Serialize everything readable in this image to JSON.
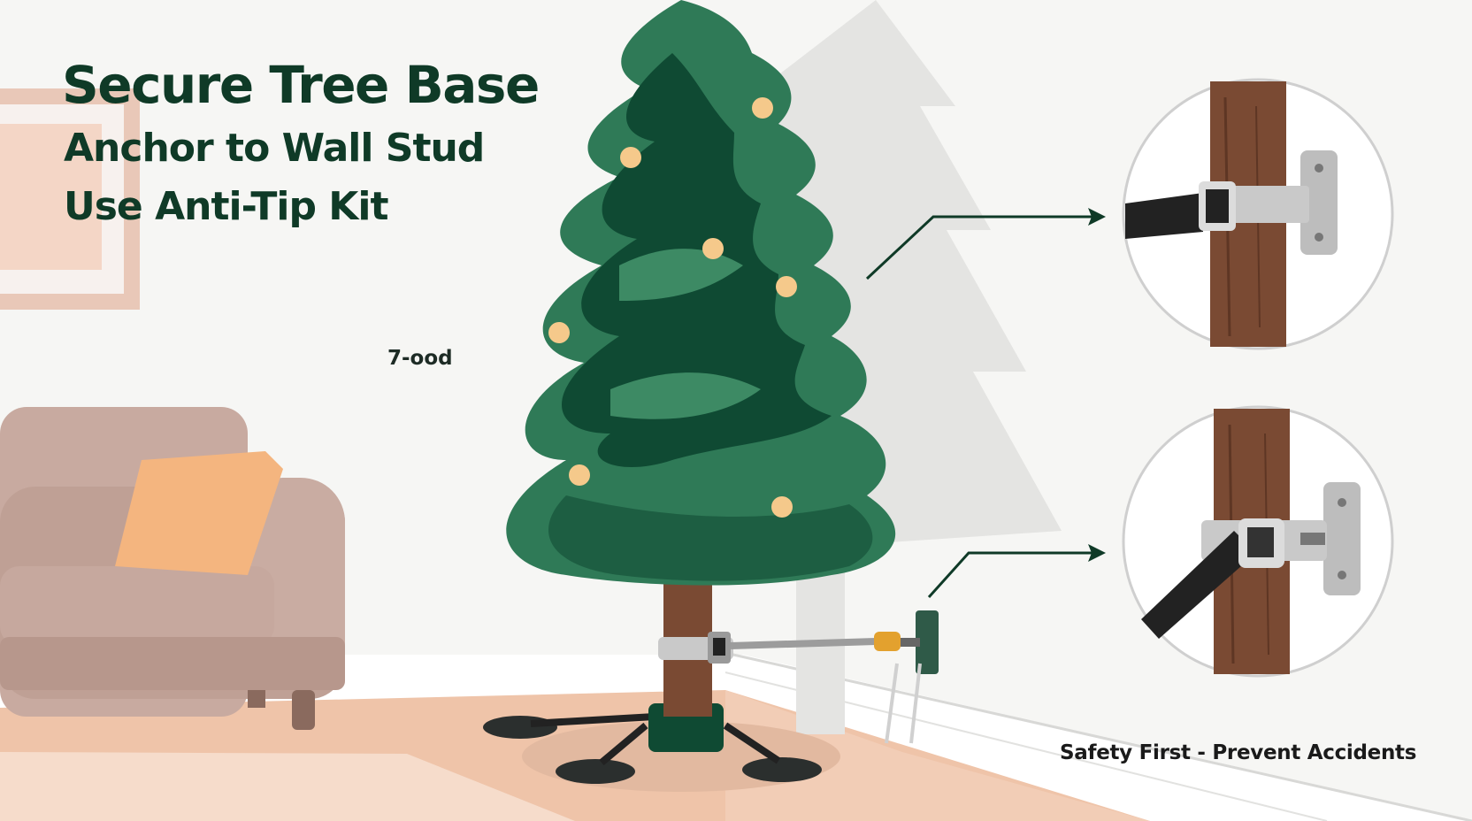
{
  "heading": {
    "title": "Secure Tree Base",
    "line1": "Anchor to Wall Stud",
    "line2": "Use Anti-Tip Kit"
  },
  "annotation_label": "7-ood",
  "footer_text": "Safety First - Prevent Accidents",
  "colors": {
    "tree_dark": "#0f4a33",
    "tree_mid": "#2f7a57",
    "tree_light": "#3d8a64",
    "trunk": "#7a4a33",
    "ornament": "#f5c98b",
    "sofa": "#c5a69c",
    "pillow": "#f4b57f",
    "floor": "#efc4a9",
    "metal": "#b9b9b9",
    "strap": "#222222",
    "text": "#0f3a27"
  },
  "icons": [
    "tree-icon",
    "wall-anchor-icon",
    "strap-icon",
    "arrow-icon"
  ]
}
